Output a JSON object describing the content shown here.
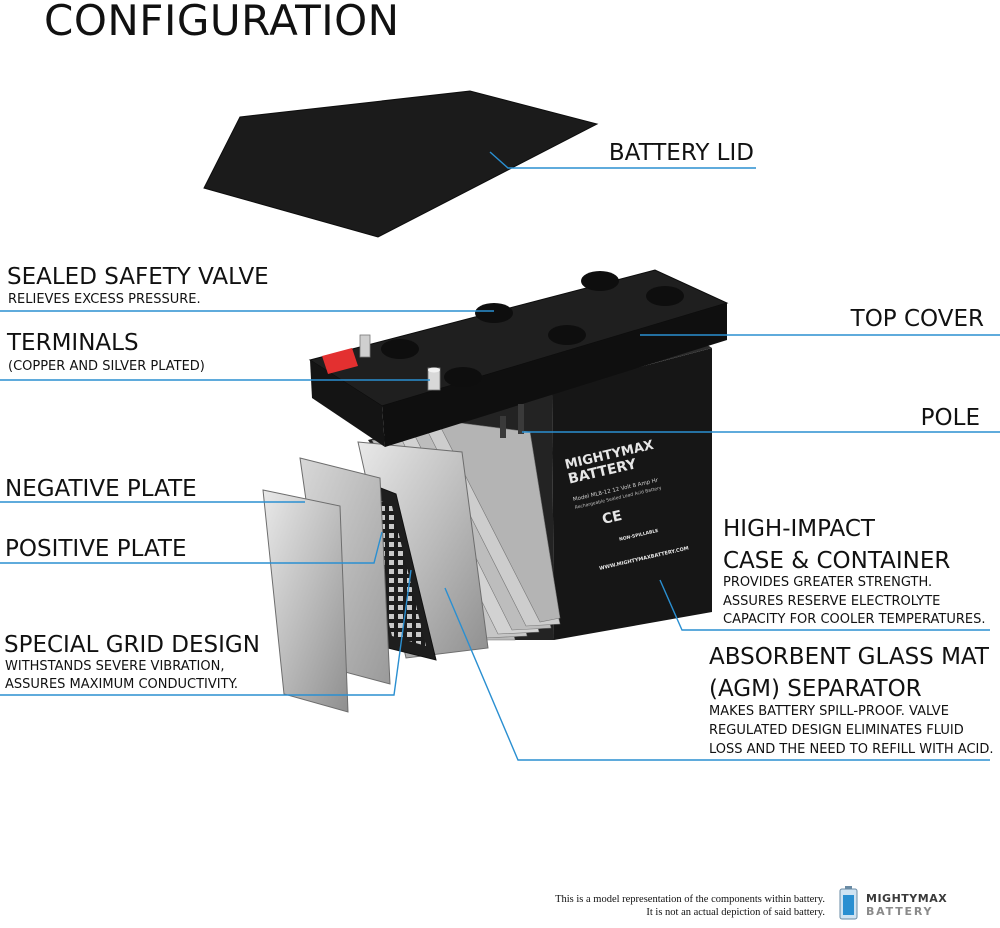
{
  "title": "CONFIGURATION",
  "accent_color": "#2a8fd1",
  "labels": {
    "battery_lid": "BATTERY LID",
    "sealed_valve": "SEALED SAFETY VALVE",
    "sealed_valve_desc": "RELIEVES EXCESS PRESSURE.",
    "terminals": "TERMINALS",
    "terminals_desc": "(COPPER AND SILVER PLATED)",
    "top_cover": "TOP COVER",
    "pole": "POLE",
    "negative_plate": "NEGATIVE PLATE",
    "positive_plate": "POSITIVE PLATE",
    "grid": "SPECIAL GRID DESIGN",
    "grid_desc_1": "WITHSTANDS SEVERE VIBRATION,",
    "grid_desc_2": "ASSURES MAXIMUM CONDUCTIVITY.",
    "case_1": "HIGH-IMPACT",
    "case_2": "CASE & CONTAINER",
    "case_desc_1": "PROVIDES GREATER STRENGTH.",
    "case_desc_2": "ASSURES RESERVE ELECTROLYTE",
    "case_desc_3": "CAPACITY FOR COOLER TEMPERATURES.",
    "agm_1": "ABSORBENT GLASS MAT",
    "agm_2": "(AGM) SEPARATOR",
    "agm_desc_1": "MAKES BATTERY SPILL-PROOF. VALVE",
    "agm_desc_2": "REGULATED DESIGN ELIMINATES FLUID",
    "agm_desc_3": "LOSS AND THE NEED TO REFILL WITH ACID."
  },
  "battery_print": {
    "brand_1": "MIGHTYMAX",
    "brand_2": "BATTERY",
    "model": "Model ML8-12  12 Volt 8 Amp Hr",
    "sub": "Rechargeable Sealed Lead Acid Battery",
    "spill": "NON-SPILLABLE",
    "url": "WWW.MIGHTYMAXBATTERY.COM"
  },
  "footer": {
    "line_1": "This is a model representation of the components within battery.",
    "line_2": "It is not an actual depiction of said battery.",
    "logo_1": "MIGHTYMAX",
    "logo_2": "BATTERY"
  }
}
